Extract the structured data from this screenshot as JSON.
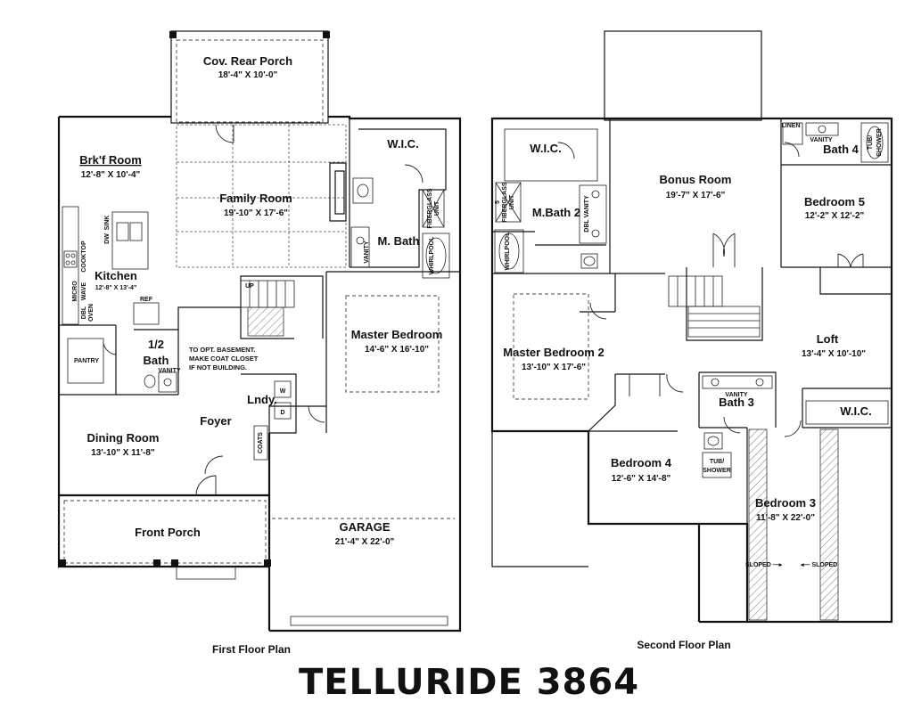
{
  "title": "TELLURIDE 3864",
  "first_floor": {
    "caption": "First Floor Plan",
    "rooms": {
      "rear_porch": {
        "name": "Cov. Rear Porch",
        "dim": "18'-4\" X 10'-0\""
      },
      "brkf_room": {
        "name": "Brk'f Room",
        "dim": "12'-8\" X 10'-4\""
      },
      "family_room": {
        "name": "Family Room",
        "dim": "19'-10\" X 17'-6\""
      },
      "wic": {
        "name": "W.I.C."
      },
      "m_bath": {
        "name": "M. Bath"
      },
      "kitchen": {
        "name": "Kitchen",
        "dim": "12'-8\" X 13'-4\""
      },
      "master_bedroom": {
        "name": "Master Bedroom",
        "dim": "14'-6\" X 16'-10\""
      },
      "pantry": {
        "name": "PANTRY"
      },
      "half_bath_num": {
        "name": "1/2"
      },
      "half_bath": {
        "name": "Bath"
      },
      "foyer": {
        "name": "Foyer"
      },
      "laundry": {
        "name": "Lndy."
      },
      "dining_room": {
        "name": "Dining Room",
        "dim": "13'-10\" X 11'-8\""
      },
      "front_porch": {
        "name": "Front Porch"
      },
      "garage": {
        "name": "GARAGE",
        "dim": "21'-4\" X 22'-0\""
      }
    },
    "labels": {
      "sink": "SINK",
      "dw": "DW",
      "cooktop": "COOKTOP",
      "micro": "MICRO",
      "wave": "WAVE",
      "dbl": "DBL",
      "oven": "OVEN",
      "ref": "REF",
      "vanity_half": "VANITY",
      "vanity_mbath": "VANITY",
      "whirlpool": "WHIRLPOOL",
      "fiberglass": "FIBERGLASS",
      "unit": "UNIT",
      "up": "UP",
      "coats": "COATS",
      "w": "W",
      "d": "D",
      "basement_note_1": "TO OPT. BASEMENT.",
      "basement_note_2": "MAKE COAT CLOSET",
      "basement_note_3": "IF NOT BUILDING."
    }
  },
  "second_floor": {
    "caption": "Second Floor Plan",
    "rooms": {
      "wic_1": {
        "name": "W.I.C."
      },
      "m_bath_2": {
        "name": "M.Bath 2"
      },
      "bonus_room": {
        "name": "Bonus Room",
        "dim": "19'-7\" X 17'-6\""
      },
      "bath_4": {
        "name": "Bath 4"
      },
      "bedroom_5": {
        "name": "Bedroom 5",
        "dim": "12'-2\" X 12'-2\""
      },
      "master_bedroom_2": {
        "name": "Master Bedroom 2",
        "dim": "13'-10\" X 17'-6\""
      },
      "loft": {
        "name": "Loft",
        "dim": "13'-4\" X 10'-10\""
      },
      "bath_3": {
        "name": "Bath 3"
      },
      "wic_2": {
        "name": "W.I.C."
      },
      "bedroom_4": {
        "name": "Bedroom 4",
        "dim": "12'-6\" X 14'-8\""
      },
      "bedroom_3": {
        "name": "Bedroom 3",
        "dim": "11'-8\" X 22'-0\""
      }
    },
    "labels": {
      "linen": "LINEN",
      "vanity_bath4": "VANITY",
      "tub": "TUB/",
      "shower": "SHOWER",
      "tub_b3": "TUB/",
      "shower_b3": "SHOWER",
      "vanity_bath3": "VANITY",
      "whirlpool": "WHIRLPOOL",
      "fiberglass": "FIBERGLASS",
      "unit": "UNIT",
      "five": "5",
      "dbl_vanity": "DBL VANITY",
      "sloped_left": "SLOPED —▸",
      "sloped_right": "◂— SLOPED"
    }
  }
}
